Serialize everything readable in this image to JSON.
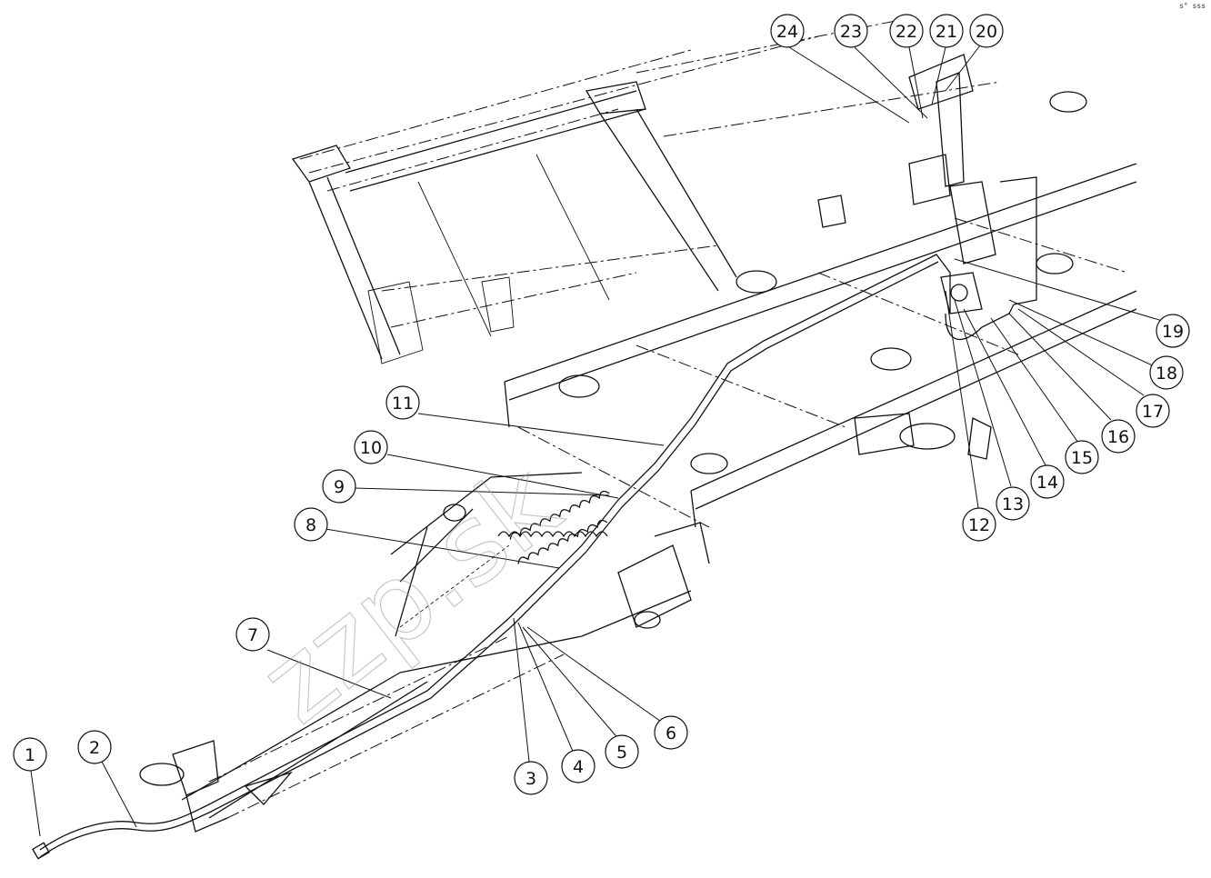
{
  "corner_mark": "s° sss",
  "watermark": "zzp.sk",
  "callouts": [
    "1",
    "2",
    "3",
    "4",
    "5",
    "6",
    "7",
    "8",
    "9",
    "10",
    "11",
    "12",
    "13",
    "14",
    "15",
    "16",
    "17",
    "18",
    "19",
    "20",
    "21",
    "22",
    "23",
    "24"
  ]
}
